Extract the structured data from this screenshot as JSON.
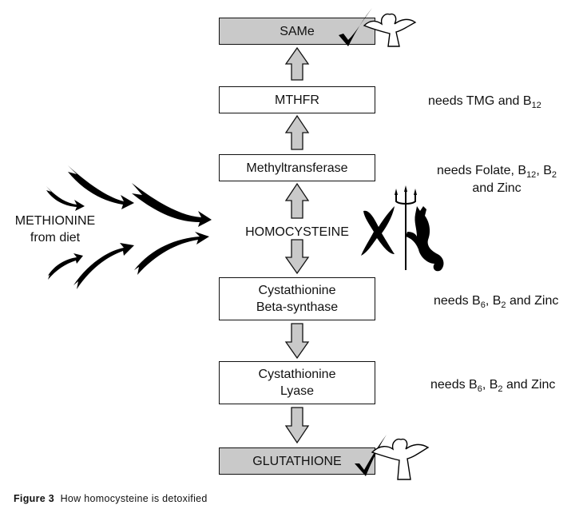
{
  "diagram": {
    "nodes": {
      "same": "SAMe",
      "mthfr": "MTHFR",
      "methyltransferase": "Methyltransferase",
      "homocysteine": "HOMOCYSTEINE",
      "cbs_line1": "Cystathionine",
      "cbs_line2": "Beta-synthase",
      "lyase_line1": "Cystathionine",
      "lyase_line2": "Lyase",
      "glutathione": "GLUTATHIONE"
    },
    "source": {
      "line1": "METHIONINE",
      "line2": "from diet"
    },
    "notes": {
      "mthfr": {
        "pre": "needs TMG and B",
        "sub": "12"
      },
      "methyltransferase": {
        "pre": "needs Folate, B",
        "sub1": "12",
        "mid": ", B",
        "sub2": "2",
        "line2": "and Zinc"
      },
      "cbs": {
        "pre": "needs B",
        "sub1": "6",
        "mid": ", B",
        "sub2": "2",
        "post": " and Zinc"
      },
      "lyase": {
        "pre": "needs B",
        "sub1": "6",
        "mid": ", B",
        "sub2": "2",
        "post": " and Zinc"
      }
    },
    "icons": {
      "same_status": "checkmark-angel",
      "homocysteine_status": "cross-devil",
      "glutathione_status": "checkmark-angel"
    },
    "colors": {
      "box_fill_highlight": "#c9c9c9",
      "arrow_fill": "#c9c9c9",
      "stroke": "#111111"
    }
  },
  "caption": {
    "label": "Figure 3",
    "text": "How homocysteine is detoxified"
  }
}
